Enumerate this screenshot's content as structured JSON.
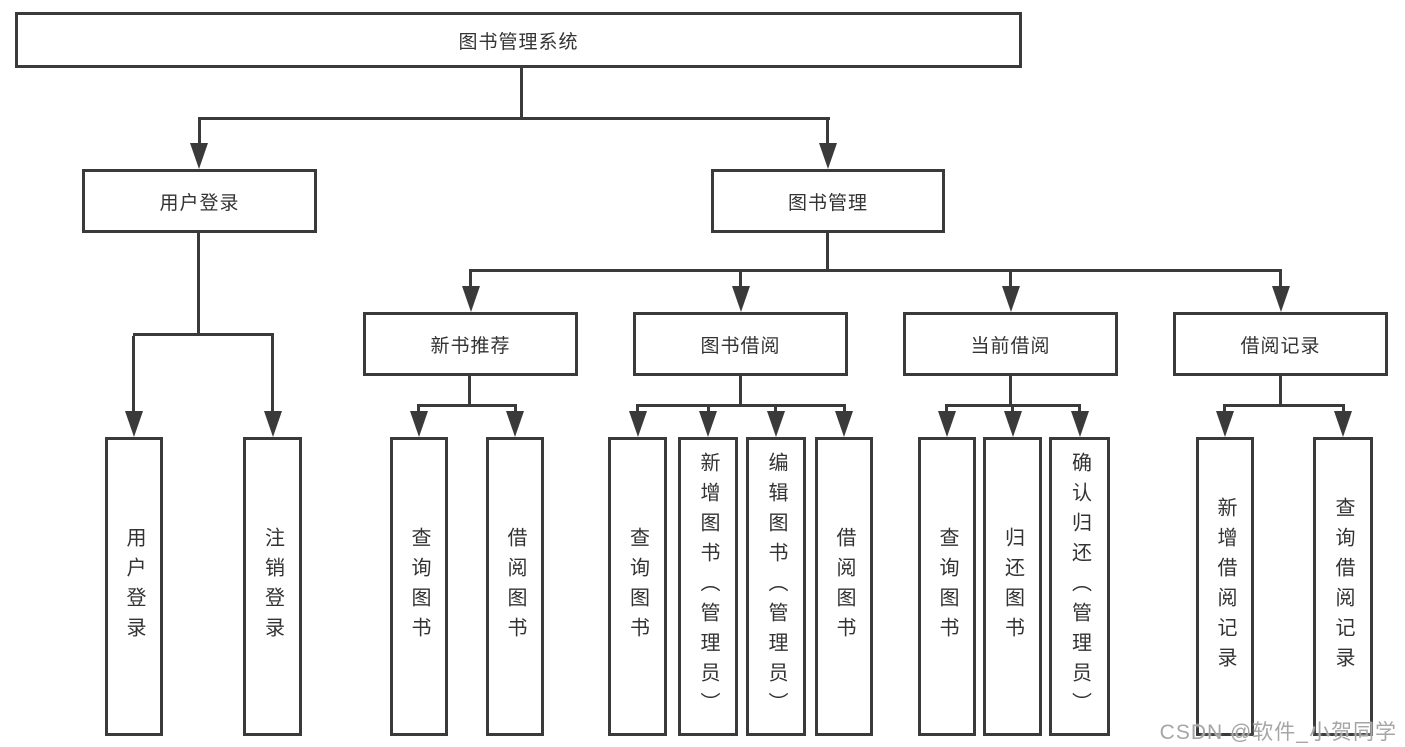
{
  "diagram": {
    "root": "图书管理系统",
    "level2": {
      "userLogin": "用户登录",
      "bookMgmt": "图书管理"
    },
    "level3": {
      "newBookRec": "新书推荐",
      "bookBorrow": "图书借阅",
      "currentBorrow": "当前借阅",
      "borrowRecord": "借阅记录"
    },
    "leaves": {
      "login": "用户登录",
      "logout": "注销登录",
      "nbQuery": "查询图书",
      "nbBorrow": "借阅图书",
      "bbQuery": "查询图书",
      "bbAdd": "新增图书（管理员）",
      "bbEdit": "编辑图书（管理员）",
      "bbBorrow": "借阅图书",
      "cbQuery": "查询图书",
      "cbReturn": "归还图书",
      "cbConfirm": "确认归还（管理员）",
      "brAdd": "新增借阅记录",
      "brQuery": "查询借阅记录"
    }
  },
  "watermark": "CSDN @软件_小贺同学",
  "colors": {
    "line": "#3a3a3a",
    "text": "#333333",
    "watermark": "#a6a6a6",
    "background": "#ffffff"
  }
}
